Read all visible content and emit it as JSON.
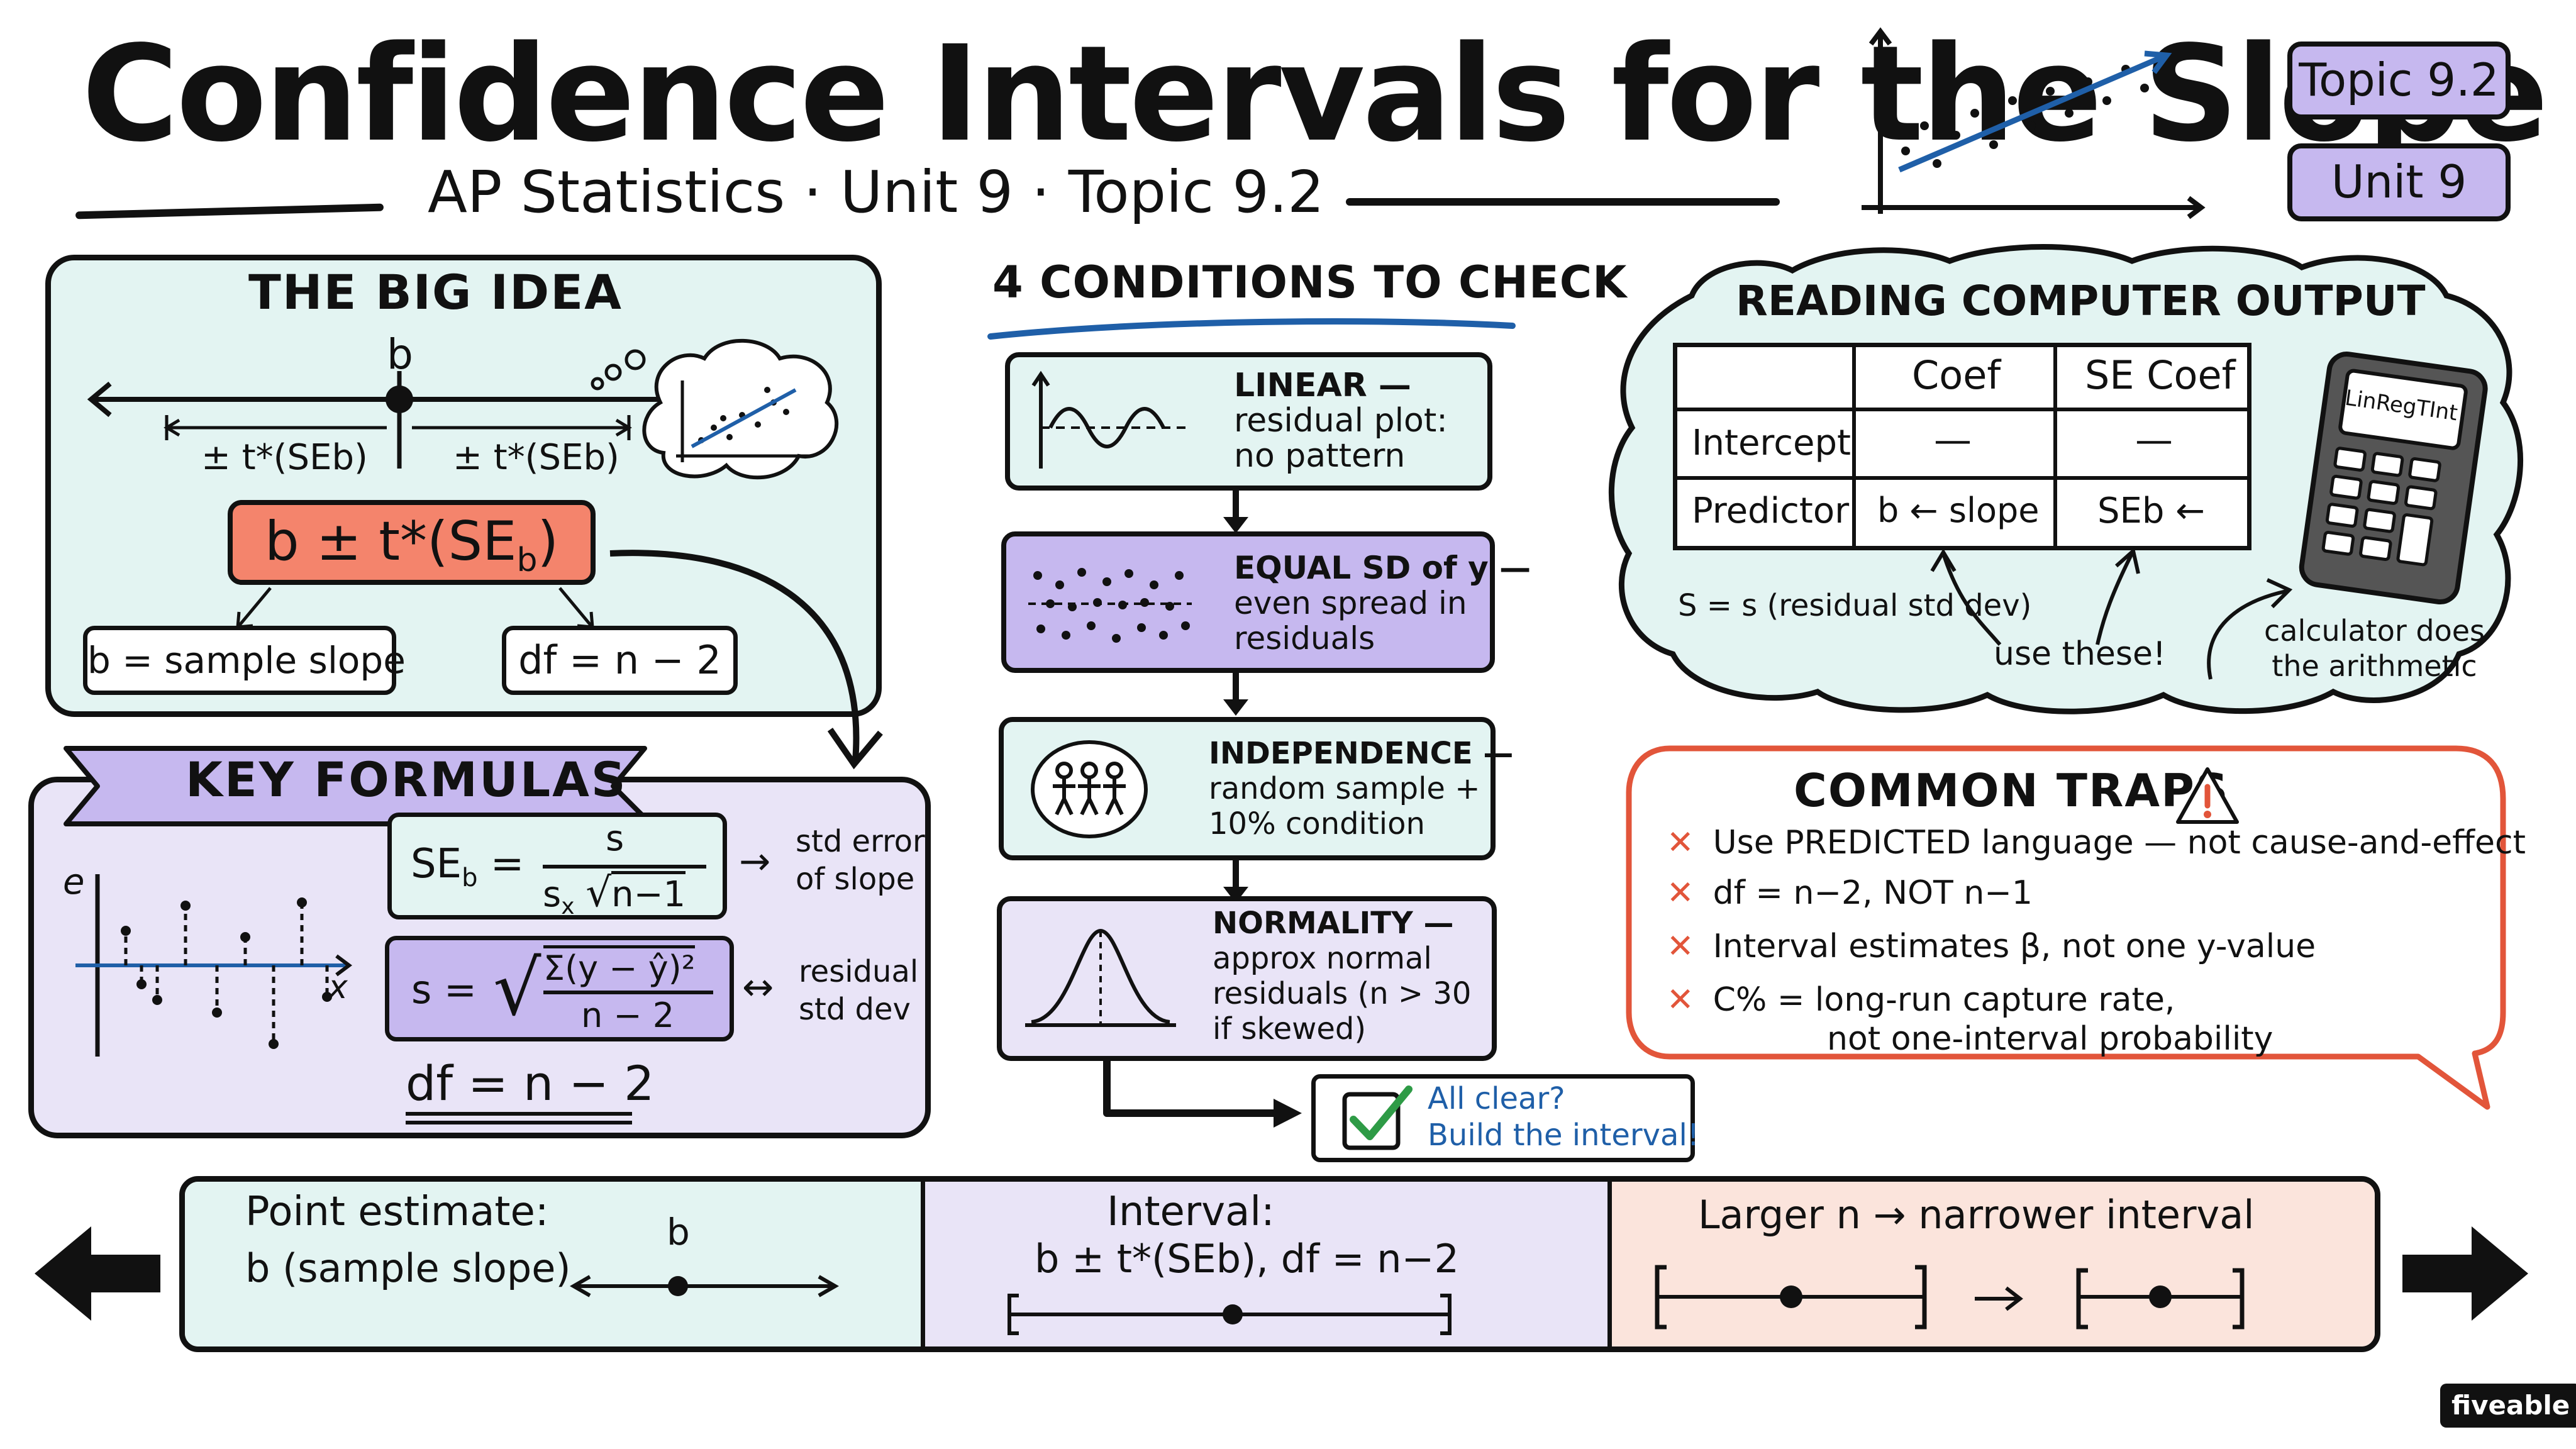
{
  "header": {
    "title": "Confidence Intervals for the Slope",
    "subtitle": "AP Statistics · Unit 9 · Topic 9.2",
    "badge_topic": "Topic 9.2",
    "badge_unit": "Unit 9"
  },
  "big_idea": {
    "heading": "THE BIG IDEA",
    "center_label": "b",
    "left_margin": "± t*(SEb)",
    "right_margin": "± t*(SEb)",
    "formula_main": "b ± t*(SE",
    "formula_sub": "b",
    "formula_end": ")",
    "b_def": "b = sample slope",
    "df_def": "df = n − 2"
  },
  "key_formulas": {
    "heading": "KEY FORMULAS",
    "resid_axis_y": "e",
    "resid_axis_x": "x",
    "se_lhs": "SE",
    "se_lhs_sub": "b",
    "se_num": "s",
    "se_den_a": "s",
    "se_den_sub": "x",
    "se_den_b": "n−1",
    "se_note_line1": "std error",
    "se_note_line2": "of slope",
    "s_lhs": "s =",
    "s_num": "Σ(y − ŷ)²",
    "s_den": "n − 2",
    "s_note_line1": "residual",
    "s_note_line2": "std dev",
    "df": "df = n − 2"
  },
  "conditions": {
    "heading": "4 CONDITIONS TO CHECK",
    "items": [
      {
        "title": "LINEAR —",
        "line2": "residual plot:",
        "line3": "no pattern",
        "line4": ""
      },
      {
        "title": "EQUAL SD of y —",
        "line2": "even spread in",
        "line3": "residuals",
        "line4": ""
      },
      {
        "title": "INDEPENDENCE —",
        "line2": "random sample +",
        "line3": "10% condition",
        "line4": ""
      },
      {
        "title": "NORMALITY —",
        "line2": "approx normal",
        "line3": "residuals (n > 30",
        "line4": "if skewed)"
      }
    ],
    "all_clear_line1": "All clear?",
    "all_clear_line2": "Build the interval!"
  },
  "computer_output": {
    "heading": "READING COMPUTER OUTPUT",
    "col_headers": [
      "",
      "Coef",
      "SE Coef"
    ],
    "rows": [
      [
        "Intercept",
        "—",
        "—"
      ],
      [
        "Predictor",
        "b ← slope",
        "SEb ←"
      ]
    ],
    "s_note": "S = s (residual std dev)",
    "use_these": "use these!",
    "calc_label": "LinRegTInt",
    "calc_note_line1": "calculator does",
    "calc_note_line2": "the arithmetic"
  },
  "traps": {
    "heading": "COMMON TRAPS",
    "items": [
      "Use PREDICTED language — not cause-and-effect",
      "df = n−2, NOT n−1",
      "Interval estimates β, not one y-value",
      "C% = long-run capture rate,"
    ],
    "item4_cont": "not one-interval probability"
  },
  "bottom_bar": {
    "point_label": "Point estimate:",
    "point_value": "b (sample slope)",
    "point_marker": "b",
    "interval_label": "Interval:",
    "interval_value": "b ± t*(SEb), df = n−2",
    "larger_label": "Larger n → narrower interval"
  },
  "brand": "fiveable",
  "colors": {
    "mint": "#e3f4f2",
    "lavender": "#e9e4f7",
    "purple": "#c6b8ef",
    "salmon": "#f4846c",
    "peach": "#fbe4dc",
    "trap_red": "#e2553a",
    "blue": "#1f5fa8",
    "green": "#2e9b46"
  }
}
